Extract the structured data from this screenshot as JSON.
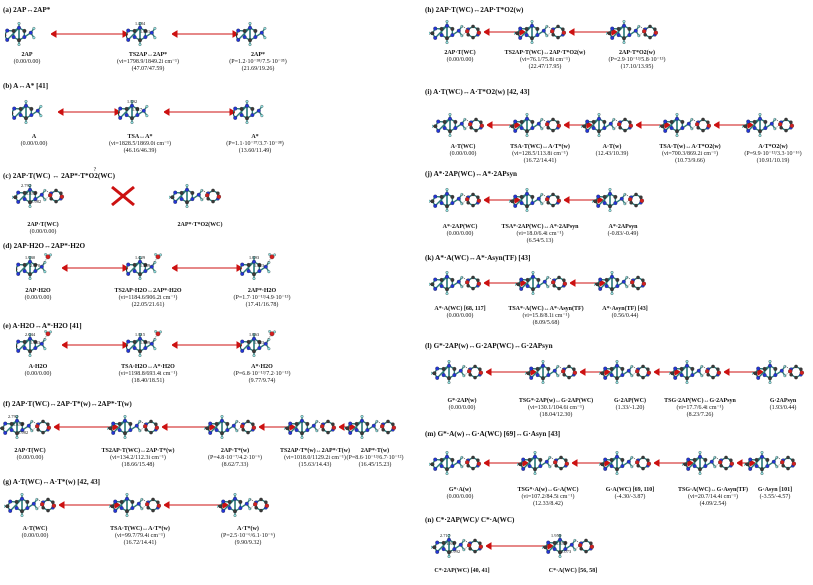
{
  "figure": {
    "left_sections": [
      {
        "title": "(a) 2AP↔2AP*",
        "items": [
          {
            "name": "2AP",
            "energy": "(0.00/0.00)"
          },
          {
            "name": "TS2AP↔2AP*",
            "freq": "(νi=1798.9/1849.2i cm⁻¹)",
            "energy": "(47.07/47.59)",
            "dists": [
              "1.284",
              "1.401"
            ]
          },
          {
            "name": "2AP*",
            "extra": "(P=1.2·10⁻³⁸/7.5·10⁻³⁵)",
            "energy": "(21.69/19.26)"
          }
        ]
      },
      {
        "title": "(b) A↔A* [41]",
        "items": [
          {
            "name": "A",
            "energy": "(0.00/0.00)"
          },
          {
            "name": "TSA↔A*",
            "freq": "(νi=1828.5/1869.0i cm⁻¹)",
            "energy": "(46.16/46.39)",
            "dists": [
              "1.392",
              "1.317"
            ]
          },
          {
            "name": "A*",
            "extra": "(P=1.1·10⁻³⁷/3.7·10⁻³⁸)",
            "energy": "(13.60/11.49)"
          }
        ]
      },
      {
        "title": "(c) 2AP·T(WC) ↔ 2AP*·T*O2(WC)",
        "items": [
          {
            "name": "2AP·T(WC)",
            "energy": "(0.00/0.00)",
            "dists": [
              "2.792",
              "1.852",
              "1.982"
            ]
          },
          {
            "name": "2AP*·T*O2(WC)"
          }
        ],
        "question": "?"
      },
      {
        "title": "(d) 2AP·H2O↔2AP*·H2O",
        "items": [
          {
            "name": "2AP·H2O",
            "energy": "(0.00/0.00)",
            "dists": [
              "1.930",
              "2.070"
            ]
          },
          {
            "name": "TS2AP·H2O↔2AP*·H2O",
            "freq": "(νi=1184.6/906.2i cm⁻¹)",
            "energy": "(22.05/21.61)",
            "dists": [
              "1.429",
              "1.289"
            ]
          },
          {
            "name": "2AP*·H2O",
            "extra": "(P=1.7·10⁻¹³/4.9·10⁻¹³)",
            "energy": "(17.41/16.78)",
            "dists": [
              "1.893",
              "1.823"
            ]
          }
        ]
      },
      {
        "title": "(e) A·H2O↔A*·H2O [41]",
        "items": [
          {
            "name": "A·H2O",
            "energy": "(0.00/0.00)",
            "dists": [
              "2.044",
              "1.933"
            ]
          },
          {
            "name": "TSA·H2O↔A*·H2O",
            "freq": "(νi=1198.8/693.4i cm⁻¹)",
            "energy": "(18.40/18.51)",
            "dists": [
              "1.315",
              "1.399"
            ]
          },
          {
            "name": "A*·H2O",
            "extra": "(P=6.8·10⁻¹³/7.2·10⁻¹³)",
            "energy": "(9.77/9.74)",
            "dists": [
              "1.863",
              "1.923"
            ]
          }
        ]
      },
      {
        "title": "(f) 2AP·T(WC)↔2AP·T*(w)↔2AP*·T(w)",
        "items": [
          {
            "name": "2AP·T(WC)",
            "energy": "(0.00/0.00)",
            "dists": [
              "2.792",
              "1.852",
              "1.982"
            ]
          },
          {
            "name": "TS2AP·T(WC)↔2AP·T*(w)",
            "freq": "(νi=134.2/112.3i cm⁻¹)",
            "energy": "(18.66/15.48)"
          },
          {
            "name": "2AP·T*(w)",
            "extra": "(P=4.8·10⁻⁷/4.2·10⁻⁶)",
            "energy": "(8.62/7.33)"
          },
          {
            "name": "TS2AP·T*(w)↔2AP*·T(w)",
            "freq": "(νi=1018.0/1129.2i cm⁻¹)",
            "energy": "(15.63/14.43)"
          },
          {
            "name": "2AP*·T(w)",
            "extra": "(P=8.6·10⁻¹³/6.7·10⁻¹²)",
            "energy": "(16.45/15.23)"
          }
        ]
      },
      {
        "title": "(g) A·T(WC)↔A·T*(w) [42, 43]",
        "items": [
          {
            "name": "A·T(WC)",
            "energy": "(0.00/0.00)"
          },
          {
            "name": "TSA·T(WC)↔A·T*(w)",
            "freq": "(νi=99.7/79.4i cm⁻¹)",
            "energy": "(16.72/14.41)"
          },
          {
            "name": "A·T*(w)",
            "extra": "(P=2.5·10⁻⁶/6.1·10⁻⁶)",
            "energy": "(9.90/9.32)"
          }
        ]
      }
    ],
    "right_sections": [
      {
        "title": "(h) 2AP·T(WC)↔2AP·T*O2(w)",
        "items": [
          {
            "name": "2AP·T(WC)",
            "energy": "(0.00/0.00)"
          },
          {
            "name": "TS2AP·T(WC)↔2AP·T*O2(w)",
            "freq": "(νi=76.1/75.8i cm⁻¹)",
            "energy": "(22.47/17.95)"
          },
          {
            "name": "2AP·T*O2(w)",
            "extra": "(P=2.9·10⁻¹³/5.8·10⁻¹³)",
            "energy": "(17.10/13.95)"
          }
        ]
      },
      {
        "title": "(i) A·T(WC)↔A·T*O2(w) [42, 43]",
        "items": [
          {
            "name": "A·T(WC)",
            "energy": "(0.00/0.00)"
          },
          {
            "name": "TSA·T(WC)↔A·T*(w)",
            "freq": "(νi=128.5/113.8i cm⁻¹)",
            "energy": "(16.72/14.41)"
          },
          {
            "name": "A·T(w)",
            "energy": "(12.43/10.39)"
          },
          {
            "name": "TSA·T(w)↔A·T*O2(w)",
            "freq": "(νi=700.3/869.2i cm⁻¹)",
            "energy": "(10.73/9.66)"
          },
          {
            "name": "A·T*O2(w)",
            "extra": "(P=9.9·10⁻¹³/3.3·10⁻¹⁶)",
            "energy": "(10.91/10.19)"
          }
        ]
      },
      {
        "title": "(j) A*·2AP(WC)↔A*·2APsyn",
        "items": [
          {
            "name": "A*·2AP(WC)",
            "energy": "(0.00/0.00)"
          },
          {
            "name": "TSA*·2AP(WC)↔A*·2APsyn",
            "freq": "(νi=18.0/6.4i cm⁻¹)",
            "energy": "(6.54/5.13)"
          },
          {
            "name": "A*·2APsyn",
            "energy": "(-0.83/-0.49)"
          }
        ]
      },
      {
        "title": "(k) A*·A(WC)↔A*·Asyn(TF) [43]",
        "items": [
          {
            "name": "A*·A(WC) [68, 117]",
            "energy": "(0.00/0.00)"
          },
          {
            "name": "TSA*·A(WC)↔A*·Asyn(TF)",
            "energy": "(8.09/5.68)",
            "freq": "(νi=15.8/8.1i cm⁻¹)"
          },
          {
            "name": "A*·Asyn(TF) [43]",
            "energy": "(0.56/0.44)"
          }
        ]
      },
      {
        "title": "(l) G*·2AP(w)↔G·2AP(WC)↔G·2APsyn",
        "items": [
          {
            "name": "G*·2AP(w)",
            "energy": "(0.00/0.00)"
          },
          {
            "name": "TSG*·2AP(w)↔G·2AP(WC)",
            "freq": "(νi=130.1/104.6i cm⁻¹)",
            "energy": "(18.04/12.30)"
          },
          {
            "name": "G·2AP(WC)",
            "energy": "(1.33/-1.20)"
          },
          {
            "name": "TSG·2AP(WC)↔G·2APsyn",
            "freq": "(νi=17.7/6.4i cm⁻¹)",
            "energy": "(8.23/7.26)"
          },
          {
            "name": "G·2APsyn",
            "energy": "(1.93/0.44)"
          }
        ]
      },
      {
        "title": "(m) G*·A(w)↔G·A(WC) [69]↔G·Asyn [43]",
        "items": [
          {
            "name": "G*·A(w)",
            "energy": "(0.00/0.00)"
          },
          {
            "name": "TSG*·A(w)↔G·A(WC)",
            "freq": "(νi=107.2/84.5i cm⁻¹)",
            "energy": "(12.33/8.42)"
          },
          {
            "name": "G·A(WC) [69, 110]",
            "energy": "(-4.30/-3.87)"
          },
          {
            "name": "TSG·A(WC)↔G·Asyn(TF)",
            "freq": "(νi=20.7/14.4i cm⁻¹)",
            "energy": "(4.09/2.54)"
          },
          {
            "name": "G·Asyn [101]",
            "energy": "(-3.55/-4.57)"
          }
        ]
      },
      {
        "title": "(n) C*·2AP(WC)/ C*·A(WC)",
        "items": [
          {
            "name": "C*·2AP(WC) [40, 41]",
            "dists": [
              "2.717",
              "1.84",
              "1.992"
            ]
          },
          {
            "name": "C*·A(WC) [56, 58]",
            "dists": [
              "1.959",
              "1.852",
              "2.073"
            ]
          }
        ]
      }
    ]
  }
}
